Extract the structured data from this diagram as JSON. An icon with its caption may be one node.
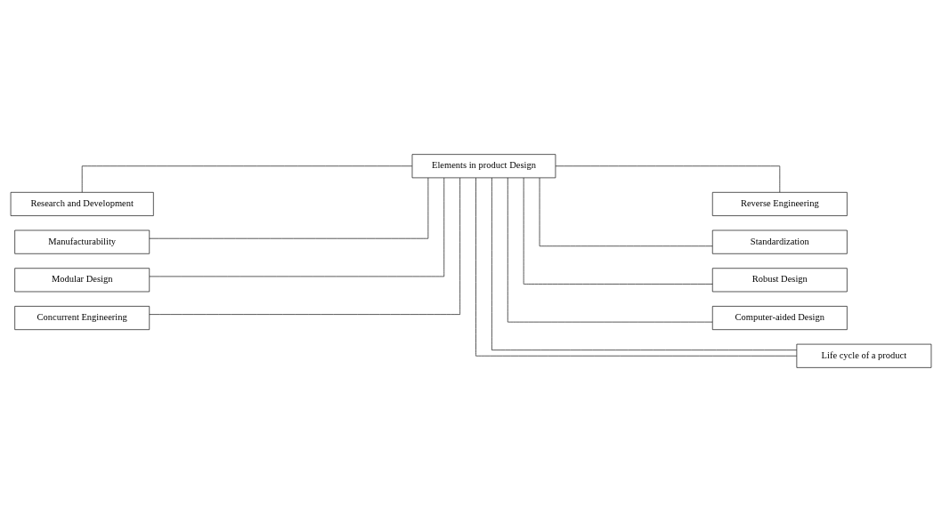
{
  "diagram": {
    "nodes": [
      {
        "text": [
          "Elements in product Design"
        ]
      },
      {
        "text": [
          "Research and Development"
        ]
      },
      {
        "text": [
          "Reverse Engineering"
        ]
      },
      {
        "text": [
          "Manufacturability"
        ]
      },
      {
        "text": [
          "Standardization"
        ]
      },
      {
        "text": [
          "Modular Design"
        ]
      },
      {
        "text": [
          "Robust Design"
        ]
      },
      {
        "text": [
          "Concurrent Engineering"
        ]
      },
      {
        "text": [
          "Computer-aided Design"
        ]
      },
      {
        "text": [
          "Life cycle of a product"
        ]
      }
    ],
    "edges": [
      {
        "from": 0,
        "to": 9,
        "arrow": "none"
      },
      {
        "from": 0,
        "to": 9,
        "arrow": "none"
      },
      {
        "from": 0,
        "to": 1,
        "arrow": "none"
      },
      {
        "from": 0,
        "to": 2,
        "arrow": "none"
      },
      {
        "from": 0,
        "to": 3,
        "arrow": "none"
      },
      {
        "from": 0,
        "to": 4,
        "arrow": "none"
      },
      {
        "from": 0,
        "to": 5,
        "arrow": "none"
      },
      {
        "from": 0,
        "to": 6,
        "arrow": "none"
      },
      {
        "from": 0,
        "to": 7,
        "arrow": "none"
      },
      {
        "from": 0,
        "to": 8,
        "arrow": "none"
      }
    ]
  }
}
